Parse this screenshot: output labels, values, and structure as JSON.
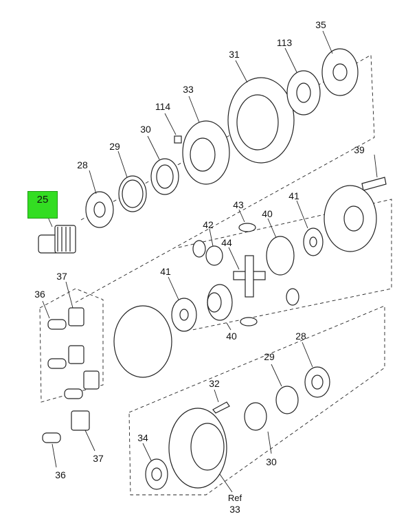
{
  "diagram": {
    "highlight_color": "#33dd22",
    "highlighted_part": "25",
    "callouts": [
      {
        "id": "c25",
        "text": "25",
        "highlight": true
      },
      {
        "id": "c28a",
        "text": "28"
      },
      {
        "id": "c29a",
        "text": "29"
      },
      {
        "id": "c30a",
        "text": "30"
      },
      {
        "id": "c114",
        "text": "114"
      },
      {
        "id": "c33",
        "text": "33"
      },
      {
        "id": "c31",
        "text": "31"
      },
      {
        "id": "c113",
        "text": "113"
      },
      {
        "id": "c35",
        "text": "35"
      },
      {
        "id": "c39",
        "text": "39"
      },
      {
        "id": "c43",
        "text": "43"
      },
      {
        "id": "c42",
        "text": "42"
      },
      {
        "id": "c44",
        "text": "44"
      },
      {
        "id": "c40a",
        "text": "40"
      },
      {
        "id": "c41a",
        "text": "41"
      },
      {
        "id": "c41b",
        "text": "41"
      },
      {
        "id": "c40b",
        "text": "40"
      },
      {
        "id": "c37a",
        "text": "37"
      },
      {
        "id": "c36a",
        "text": "36"
      },
      {
        "id": "c28b",
        "text": "28"
      },
      {
        "id": "c29b",
        "text": "29"
      },
      {
        "id": "c32",
        "text": "32"
      },
      {
        "id": "c34",
        "text": "34"
      },
      {
        "id": "c30b",
        "text": "30"
      },
      {
        "id": "c37b",
        "text": "37"
      },
      {
        "id": "c36b",
        "text": "36"
      },
      {
        "id": "cref",
        "text": "Ref"
      },
      {
        "id": "c33b",
        "text": "33"
      }
    ]
  }
}
